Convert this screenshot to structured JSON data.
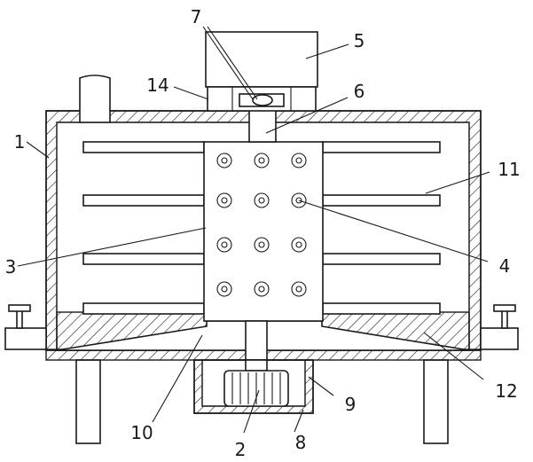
{
  "labels": {
    "l1": "1",
    "l2": "2",
    "l3": "3",
    "l4": "4",
    "l5": "5",
    "l6": "6",
    "l7": "7",
    "l8": "8",
    "l9": "9",
    "l10": "10",
    "l11": "11",
    "l12": "12",
    "l14": "14"
  },
  "colors": {
    "line": "#1a1a1a",
    "background": "#ffffff"
  }
}
